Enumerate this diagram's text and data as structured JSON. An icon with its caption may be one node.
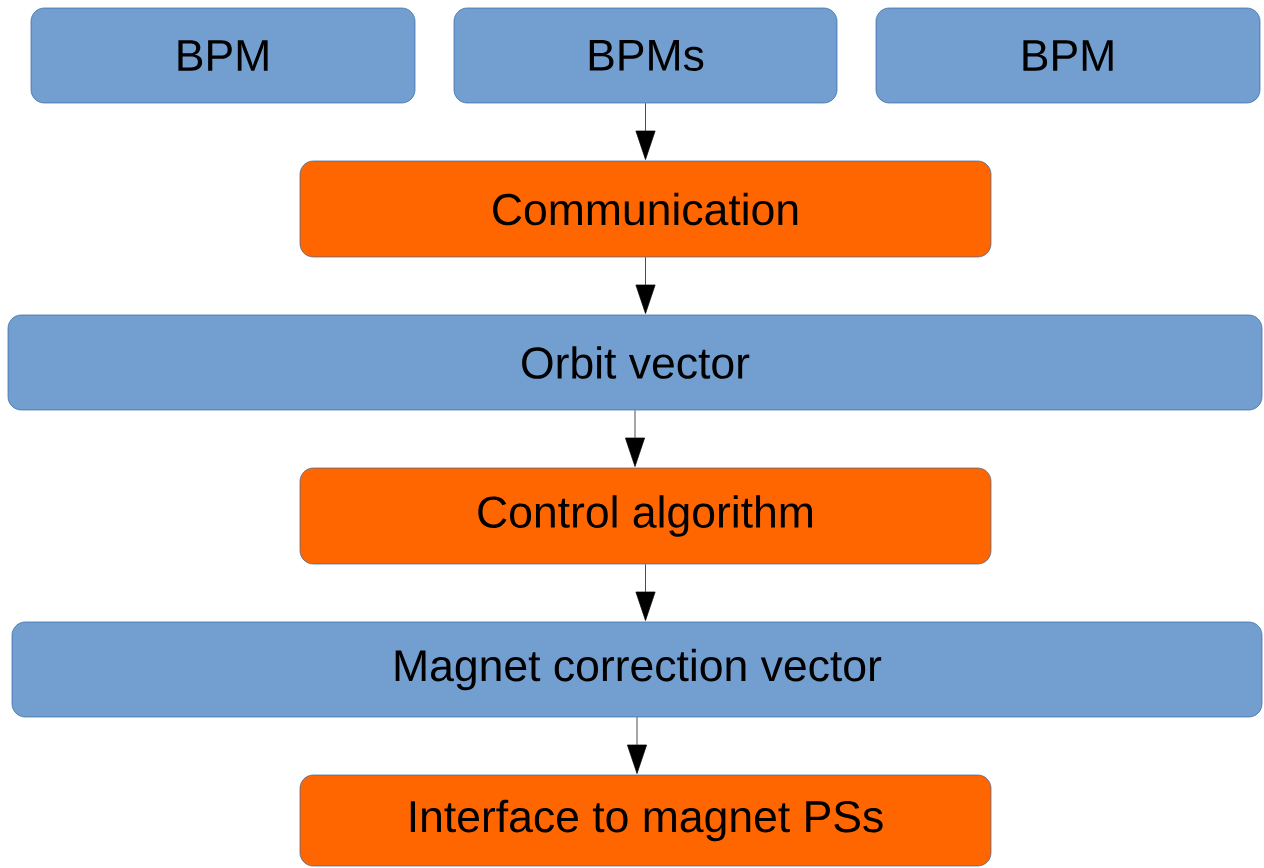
{
  "diagram": {
    "nodes": [
      {
        "text": [
          "BPM"
        ]
      },
      {
        "text": [
          "BPMs"
        ]
      },
      {
        "text": [
          "BPM"
        ]
      },
      {
        "text": [
          "Communication"
        ]
      },
      {
        "text": [
          "Orbit vector"
        ]
      },
      {
        "text": [
          "Control algorithm"
        ]
      },
      {
        "text": [
          "Magnet correction vector"
        ]
      },
      {
        "text": [
          "Interface to magnet PSs"
        ]
      }
    ],
    "edges": [
      {
        "from": 1,
        "to": 3,
        "arrow": "to"
      },
      {
        "from": 3,
        "to": 4,
        "arrow": "to"
      },
      {
        "from": 4,
        "to": 5,
        "arrow": "to"
      },
      {
        "from": 5,
        "to": 6,
        "arrow": "to"
      },
      {
        "from": 6,
        "to": 7,
        "arrow": "to"
      }
    ]
  }
}
